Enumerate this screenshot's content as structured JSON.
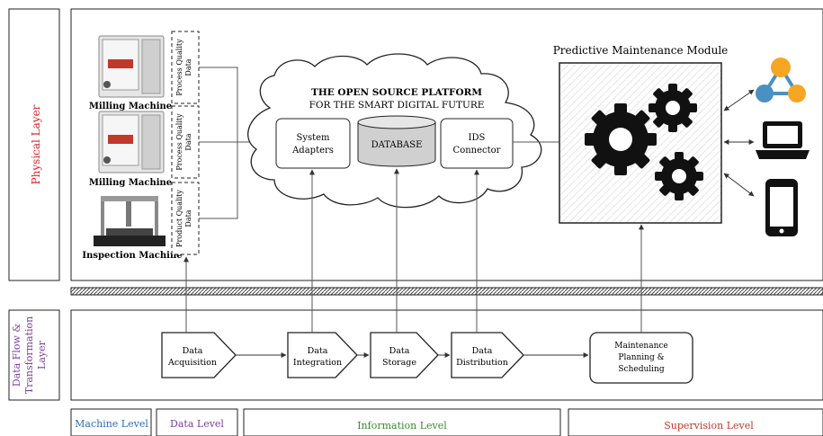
{
  "layers": {
    "physical": "Physical Layer",
    "dataflow_line1": "Data Flow &",
    "dataflow_line2": "Transformation",
    "dataflow_line3": "Layer"
  },
  "machines": {
    "milling1": "Milling Machine",
    "milling2": "Milling Machine",
    "inspection": "Inspection Machine"
  },
  "quality_boxes": [
    {
      "line1": "Process Quality",
      "line2": "Data"
    },
    {
      "line1": "Process Quality",
      "line2": "Data"
    },
    {
      "line1": "Product Quality",
      "line2": "Data"
    }
  ],
  "cloud": {
    "title_line1": "THE OPEN SOURCE PLATFORM",
    "title_line2": "FOR THE SMART DIGITAL FUTURE",
    "adapters_line1": "System",
    "adapters_line2": "Adapters",
    "database": "DATABASE",
    "ids_line1": "IDS",
    "ids_line2": "Connector"
  },
  "module": {
    "title": "Predictive Maintenance Module"
  },
  "flow_steps": [
    {
      "line1": "Data",
      "line2": "Acquisition"
    },
    {
      "line1": "Data",
      "line2": "Integration"
    },
    {
      "line1": "Data",
      "line2": "Storage"
    },
    {
      "line1": "Data",
      "line2": "Distribution"
    }
  ],
  "maintenance": {
    "line1": "Maintenance",
    "line2": "Planning &",
    "line3": "Scheduling"
  },
  "levels": {
    "machine": "Machine Level",
    "data": "Data Level",
    "information": "Information Level",
    "supervision": "Supervision Level"
  },
  "colors": {
    "physical_label": "#d62728",
    "dataflow_label": "#7b3fa0",
    "machine_level": "#2a6db5",
    "data_level": "#7b3fa0",
    "information_level": "#3a8a2f",
    "supervision_level": "#c0392b",
    "gear": "#111111",
    "database_fill": "#d0d0d0"
  },
  "icons": [
    "milling-machine-icon",
    "inspection-machine-icon",
    "gear-icon",
    "iot-network-icon",
    "laptop-icon",
    "smartphone-icon"
  ]
}
